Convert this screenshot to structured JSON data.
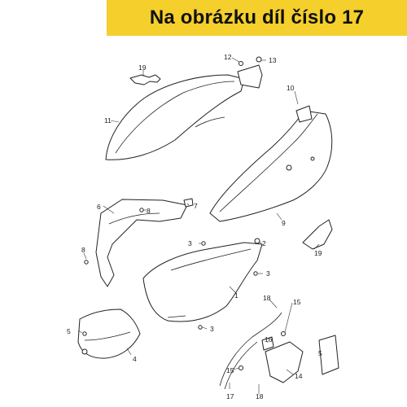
{
  "banner": {
    "text": "Na obrázku díl číslo 17"
  },
  "callouts": {
    "c1": "1",
    "c2": "2",
    "c3a": "3",
    "c3b": "3",
    "c3c": "3",
    "c4": "4",
    "c5a": "5",
    "c5b": "5",
    "c6": "6",
    "c7": "7",
    "c8a": "8",
    "c8b": "8",
    "c9": "9",
    "c10": "10",
    "c11": "11",
    "c12": "12",
    "c13": "13",
    "c14": "14",
    "c15a": "15",
    "c15b": "15",
    "c16": "16",
    "c17": "17",
    "c18a": "18",
    "c18b": "18",
    "c19a": "19",
    "c19b": "19"
  },
  "colors": {
    "banner_bg": "#f5cf2c",
    "banner_text": "#111111",
    "line": "#222222"
  }
}
